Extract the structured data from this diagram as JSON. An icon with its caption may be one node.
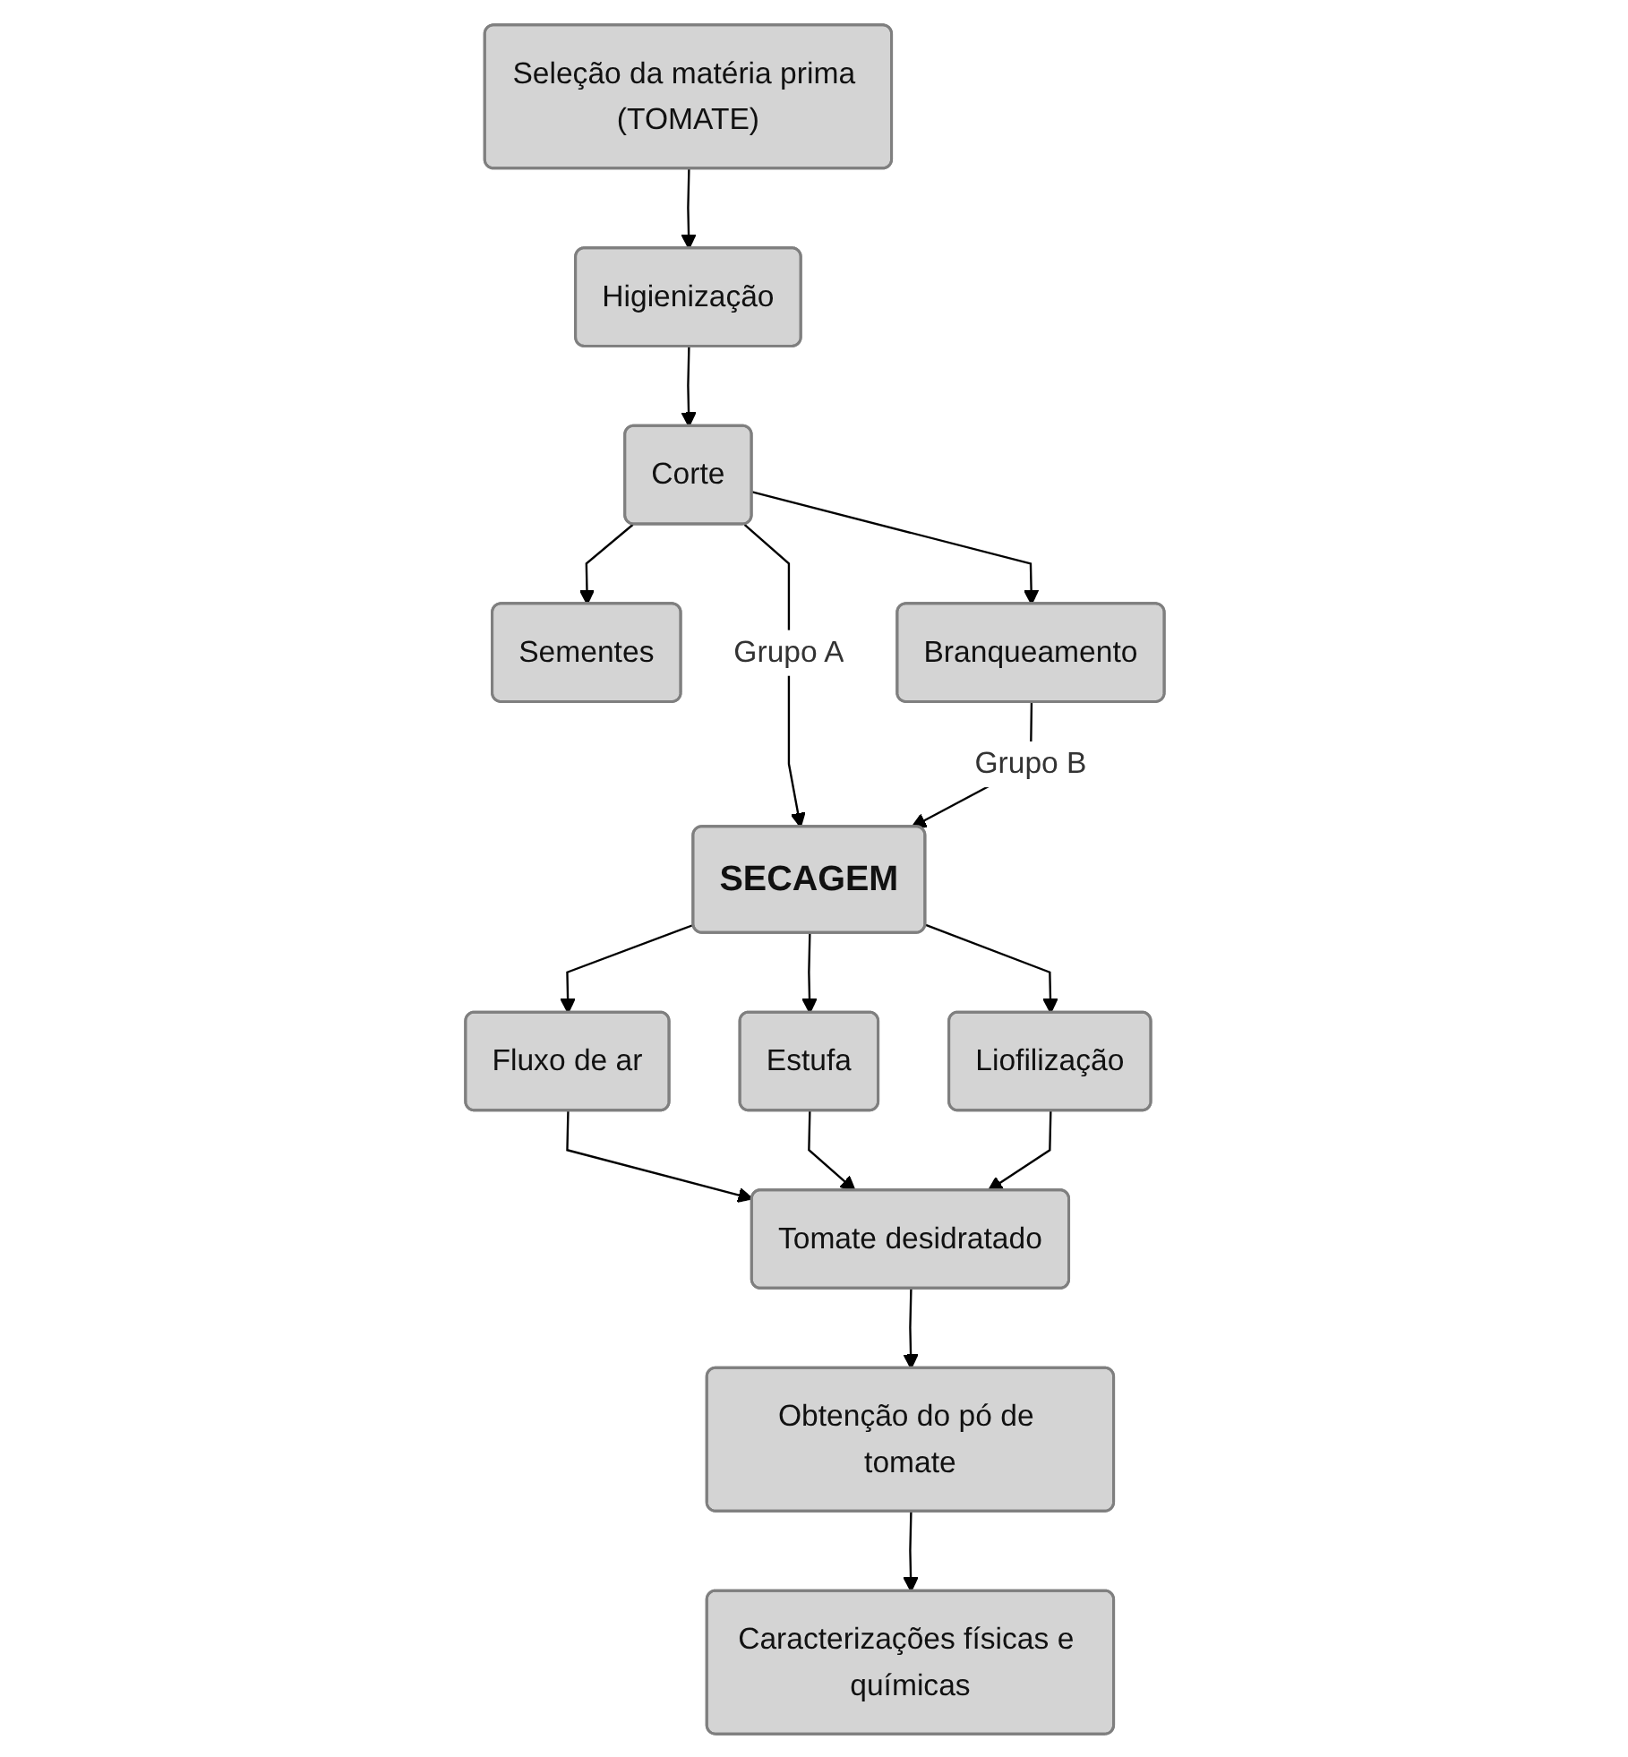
{
  "diagram": {
    "nodes": [
      {
        "text": [
          "Seleção da matéria prima (TOMATE)"
        ]
      },
      {
        "text": [
          "Higienização"
        ]
      },
      {
        "text": [
          "Corte"
        ]
      },
      {
        "text": [
          "Sementes"
        ]
      },
      {
        "text": [
          "Branqueamento"
        ]
      },
      {
        "text": [
          "SECAGEM"
        ]
      },
      {
        "text": [
          "Fluxo de ar"
        ]
      },
      {
        "text": [
          "Estufa"
        ]
      },
      {
        "text": [
          "Liofilização"
        ]
      },
      {
        "text": [
          "Tomate desidratado"
        ]
      },
      {
        "text": [
          "Obtenção do pó de tomate"
        ]
      },
      {
        "text": [
          "Caracterizações físicas e químicas"
        ]
      }
    ],
    "edges": [
      {
        "from": 0,
        "to": 1,
        "arrow": "to"
      },
      {
        "from": 1,
        "to": 2,
        "arrow": "to"
      },
      {
        "from": 2,
        "to": 3,
        "arrow": "to"
      },
      {
        "from": 2,
        "to": 4,
        "arrow": "to"
      },
      {
        "from": 2,
        "to": 5,
        "label": "Grupo A",
        "arrow": "to"
      },
      {
        "from": 4,
        "to": 5,
        "label": "Grupo B",
        "arrow": "to"
      },
      {
        "from": 5,
        "to": 6,
        "arrow": "to"
      },
      {
        "from": 5,
        "to": 7,
        "arrow": "to"
      },
      {
        "from": 5,
        "to": 8,
        "arrow": "to"
      },
      {
        "from": 6,
        "to": 9,
        "arrow": "to"
      },
      {
        "from": 7,
        "to": 9,
        "arrow": "to"
      },
      {
        "from": 8,
        "to": 9,
        "arrow": "to"
      },
      {
        "from": 9,
        "to": 10,
        "arrow": "to"
      },
      {
        "from": 10,
        "to": 11,
        "arrow": "to"
      }
    ]
  }
}
